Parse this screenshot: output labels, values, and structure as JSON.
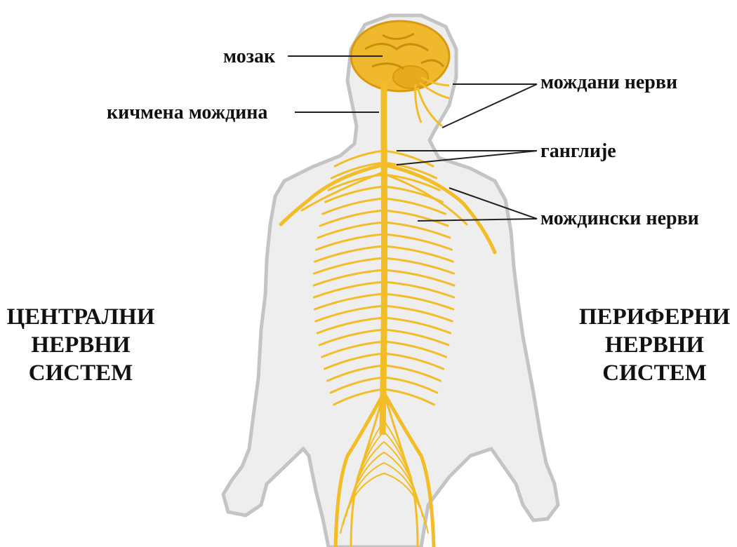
{
  "colors": {
    "nerve": "#f2bd26",
    "nerve_dark": "#d99a12",
    "brain": "#f0b82c",
    "body_fill": "#eeeeee",
    "body_outline": "#c4c4c4",
    "leader_line": "#222222"
  },
  "labels": {
    "brain": "мозак",
    "spinal_cord": "кичмена мождина",
    "cranial_nerves": "мождани нерви",
    "ganglia": "ганглије",
    "spinal_nerves": "мождински нерви"
  },
  "left_title": [
    "ЦЕНТРАЛНИ",
    "НЕРВНИ",
    "СИСТЕМ"
  ],
  "right_title": [
    "ПЕРИФЕРНИ",
    "НЕРВНИ",
    "СИСТЕМ"
  ]
}
